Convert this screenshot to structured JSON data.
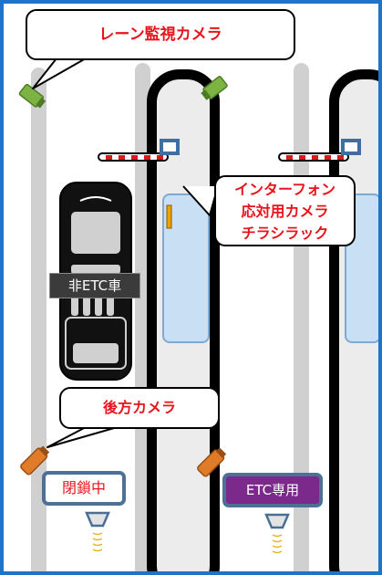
{
  "callouts": {
    "lane_camera": "レーン監視カメラ",
    "intercom": [
      "インターフォン",
      "応対用カメラ",
      "チラシラック"
    ],
    "rear_camera": "後方カメラ"
  },
  "vehicle": {
    "label": "非ETC車"
  },
  "lane_status": [
    {
      "label": "閉鎖中",
      "text_color": "#e8141c",
      "background": "#ffffff"
    },
    {
      "label": "ETC専用",
      "text_color": "#ffffff",
      "background": "#7b2a8c"
    }
  ],
  "colors": {
    "frame": "#1f73c8",
    "callout_text": "#e8141c",
    "camera_green": "#7cb342",
    "camera_orange": "#e07b2a",
    "booth_blue": "#c9e0f4"
  },
  "icons": [
    "camera-icon",
    "barrier-gate-icon",
    "antenna-icon",
    "signal-waves-icon"
  ]
}
